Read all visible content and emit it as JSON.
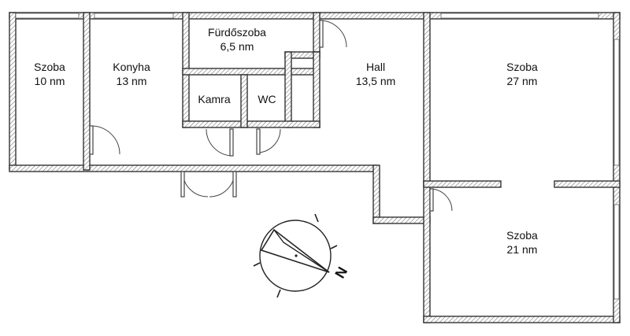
{
  "rooms": {
    "szoba_left": {
      "name": "Szoba",
      "area": "10 nm"
    },
    "konyha": {
      "name": "Konyha",
      "area": "13 nm"
    },
    "furdoszoba": {
      "name": "Fürdőszoba",
      "area": "6,5 nm"
    },
    "kamra": {
      "name": "Kamra"
    },
    "wc": {
      "name": "WC"
    },
    "hall": {
      "name": "Hall",
      "area": "13,5 nm"
    },
    "szoba_top_right": {
      "name": "Szoba",
      "area": "27 nm"
    },
    "szoba_bottom_right": {
      "name": "Szoba",
      "area": "21 nm"
    }
  },
  "compass": {
    "north_letter": "N"
  }
}
